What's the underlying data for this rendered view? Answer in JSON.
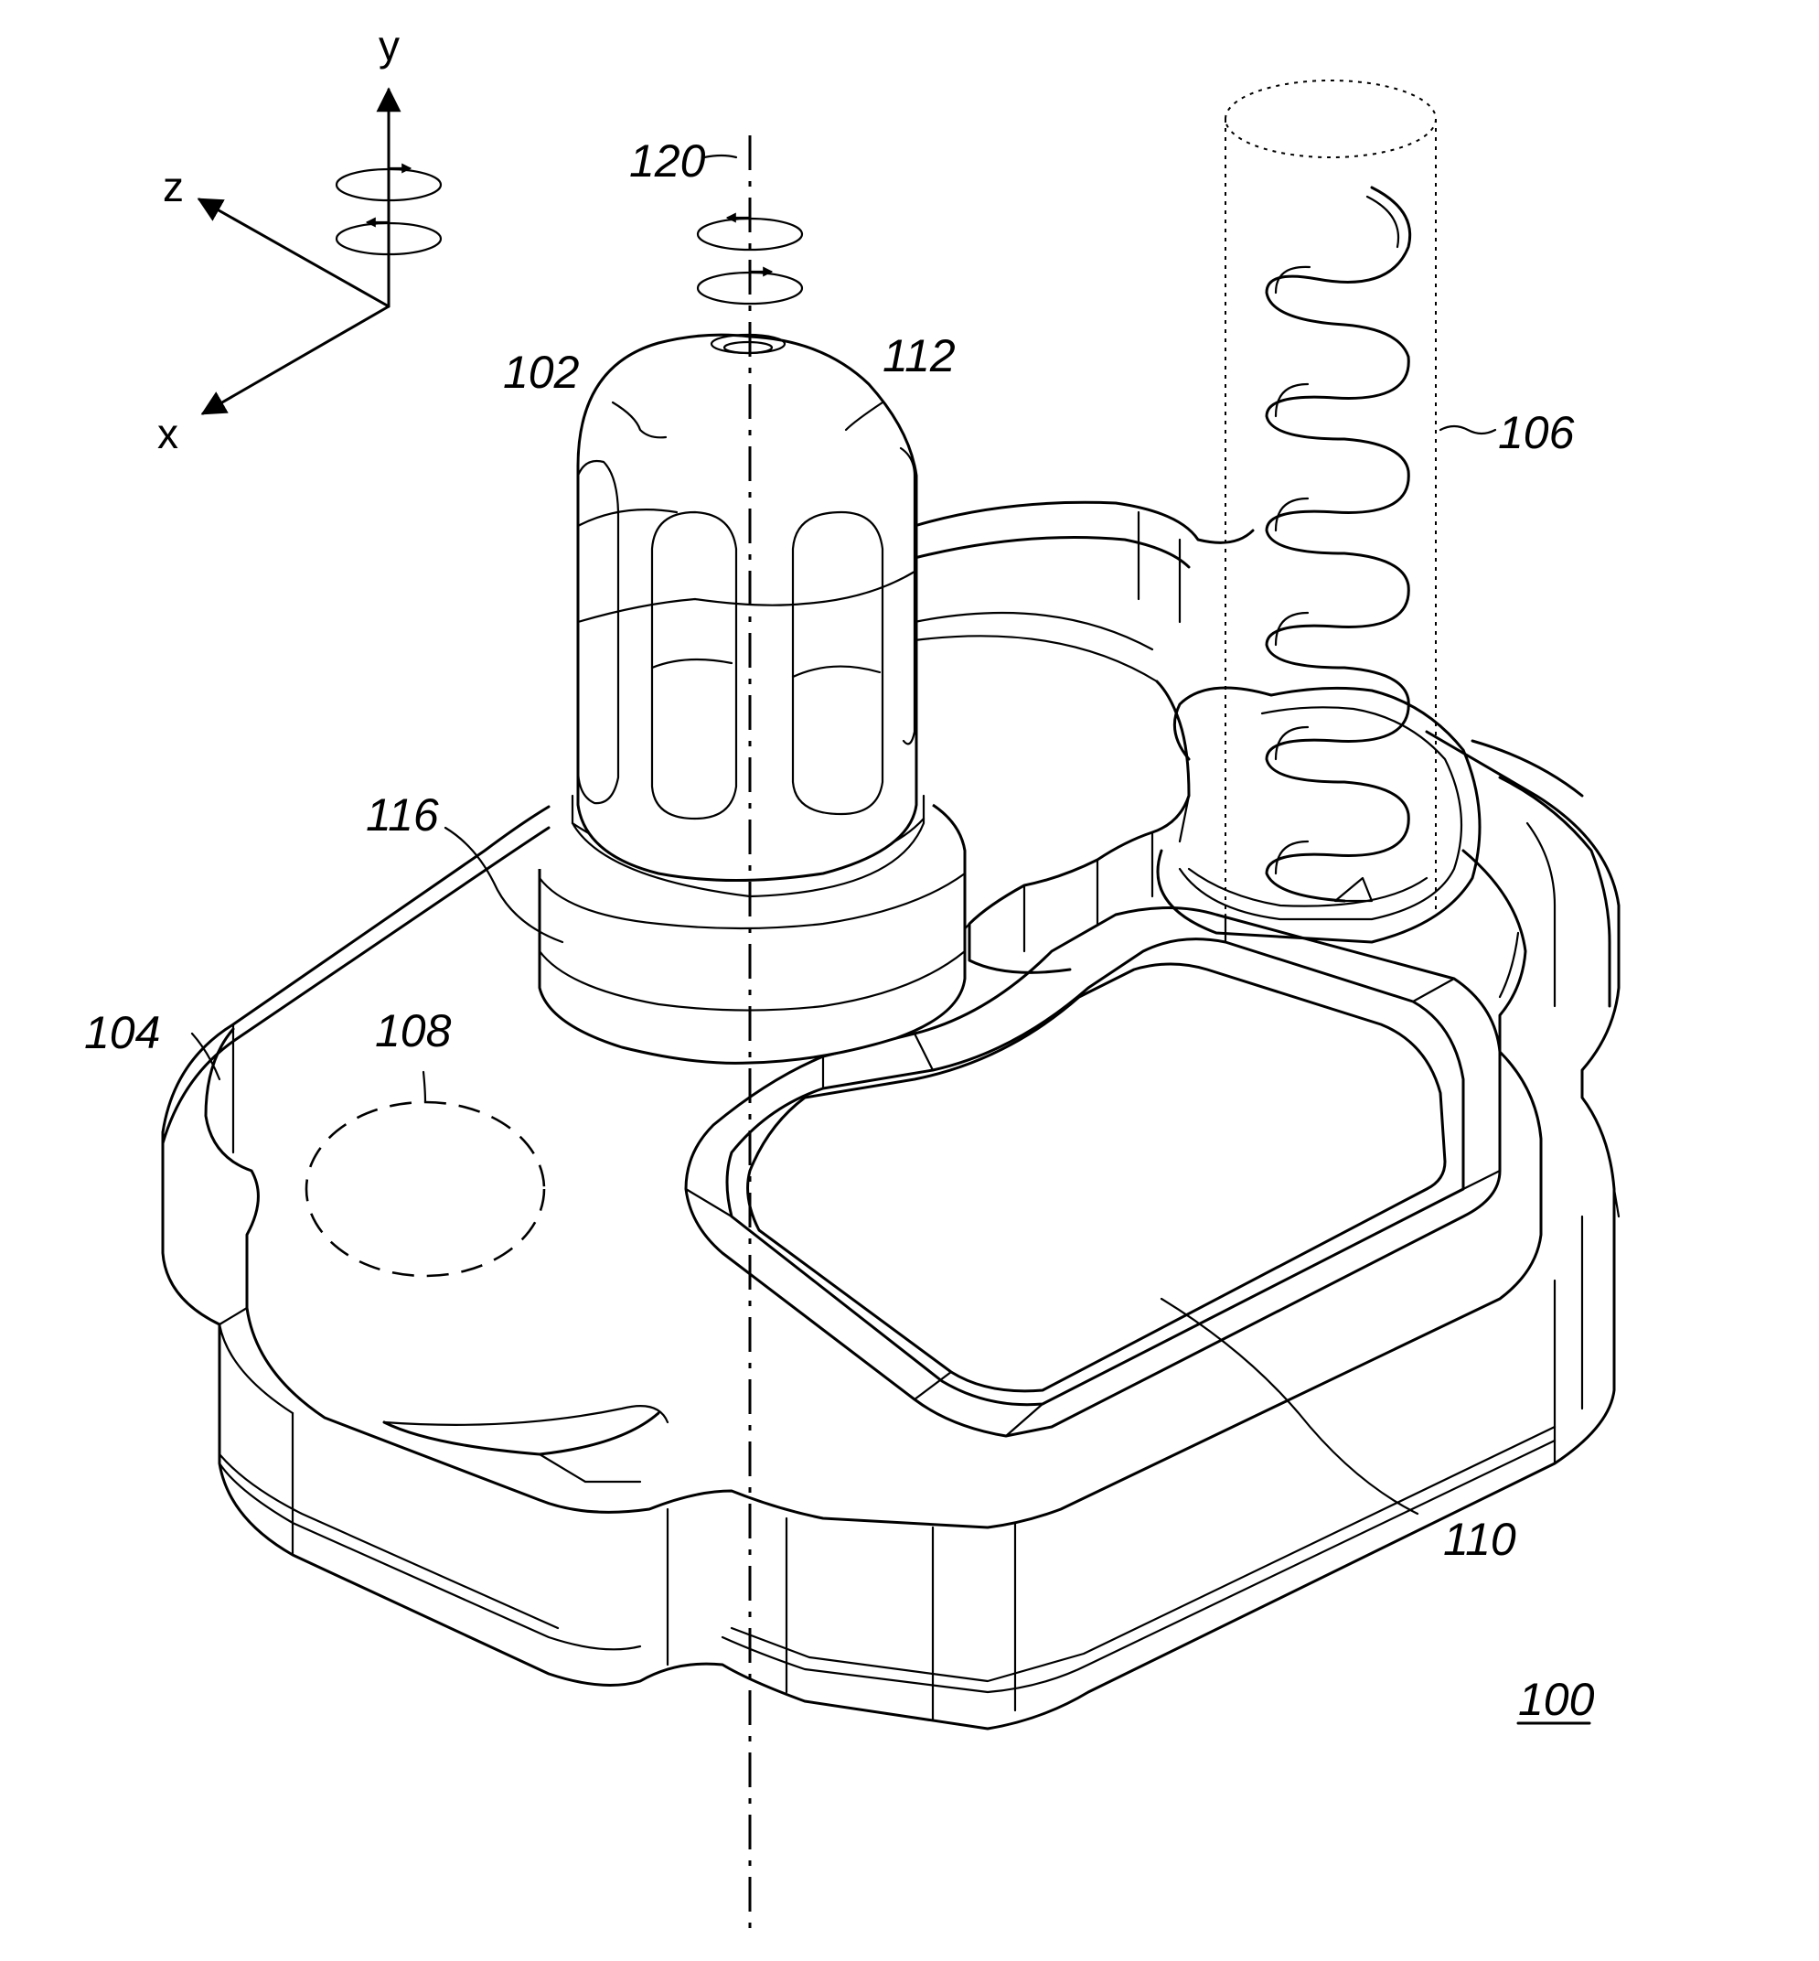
{
  "figure": {
    "figure_number": "100",
    "axes": {
      "x": "x",
      "y": "y",
      "z": "z"
    },
    "reference_labels": {
      "r102": "102",
      "r104": "104",
      "r106": "106",
      "r108": "108",
      "r110": "110",
      "r112": "112",
      "r116": "116",
      "r120": "120"
    }
  }
}
